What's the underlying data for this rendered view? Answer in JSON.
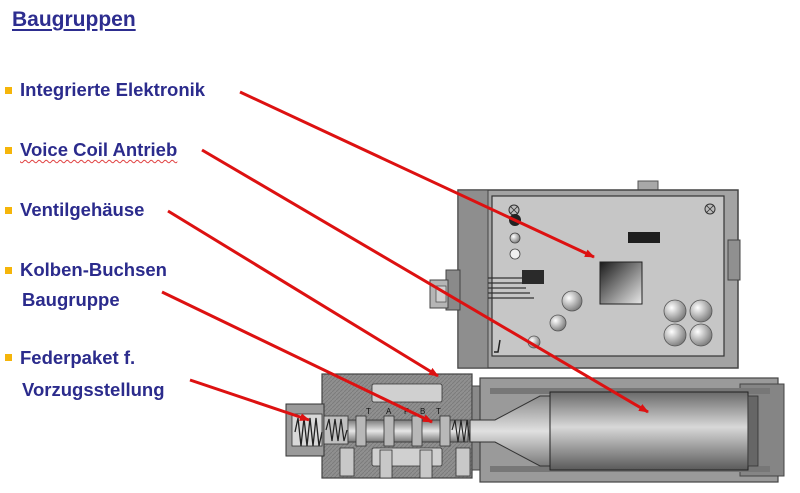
{
  "title": "Baugruppen",
  "colors": {
    "title": "#2d2d8f",
    "label": "#2b2b8c",
    "bullet": "#f5b50a",
    "arrow": "#dd1111",
    "housing": "#9a9a9a",
    "pcb": "#c8c8c8"
  },
  "components": [
    {
      "id": "elektronik",
      "lines": [
        "Integrierte Elektronik"
      ]
    },
    {
      "id": "voicecoil",
      "lines": [
        "Voice Coil Antrieb"
      ]
    },
    {
      "id": "ventil",
      "lines": [
        "Ventilgehäuse"
      ]
    },
    {
      "id": "kolben",
      "lines": [
        "Kolben-Buchsen",
        "Baugruppe"
      ]
    },
    {
      "id": "feder",
      "lines": [
        "Federpaket f.",
        "Vorzugsstellung"
      ]
    }
  ],
  "port_labels": [
    "T",
    "A",
    "P",
    "B",
    "T"
  ]
}
